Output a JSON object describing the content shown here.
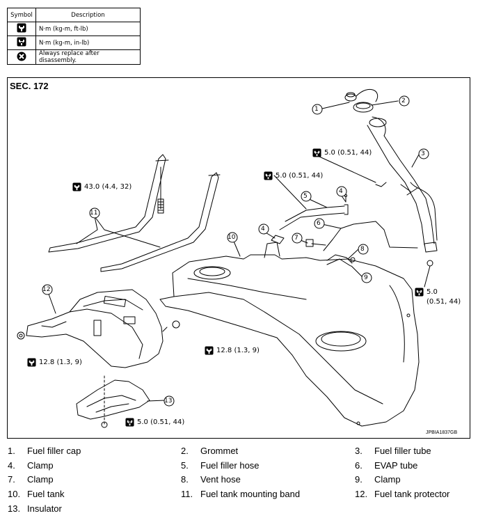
{
  "legend": {
    "header_symbol": "Symbol",
    "header_description": "Description",
    "rows": [
      {
        "icon": "torque-wrench-icon",
        "description": "N·m (kg-m, ft-lb)"
      },
      {
        "icon": "torque-wrench-small-icon",
        "description": "N·m (kg-m, in-lb)"
      },
      {
        "icon": "always-replace-icon",
        "description": "Always replace after disassembly."
      }
    ]
  },
  "diagram": {
    "section": "SEC. 172",
    "code": "JPBIA1837GB",
    "callouts": [
      "1",
      "2",
      "3",
      "4",
      "5",
      "6",
      "7",
      "8",
      "9",
      "10",
      "11",
      "12",
      "13",
      "4"
    ],
    "torques": [
      {
        "value": "43.0 (4.4, 32)",
        "type": "ft-lb"
      },
      {
        "value": "5.0 (0.51, 44)",
        "type": "in-lb"
      },
      {
        "value": "5.0 (0.51, 44)",
        "type": "in-lb"
      },
      {
        "value": "5.0",
        "type": "in-lb"
      },
      {
        "value": "(0.51, 44)",
        "type": "none"
      },
      {
        "value": "12.8 (1.3, 9)",
        "type": "ft-lb"
      },
      {
        "value": "12.8 (1.3, 9)",
        "type": "ft-lb"
      },
      {
        "value": "5.0 (0.51, 44)",
        "type": "in-lb"
      }
    ]
  },
  "parts": [
    {
      "num": "1.",
      "name": "Fuel filler cap"
    },
    {
      "num": "2.",
      "name": "Grommet"
    },
    {
      "num": "3.",
      "name": "Fuel filler tube"
    },
    {
      "num": "4.",
      "name": "Clamp"
    },
    {
      "num": "5.",
      "name": "Fuel filler hose"
    },
    {
      "num": "6.",
      "name": "EVAP tube"
    },
    {
      "num": "7.",
      "name": "Clamp"
    },
    {
      "num": "8.",
      "name": "Vent hose"
    },
    {
      "num": "9.",
      "name": "Clamp"
    },
    {
      "num": "10.",
      "name": "Fuel tank"
    },
    {
      "num": "11.",
      "name": "Fuel tank mounting band"
    },
    {
      "num": "12.",
      "name": "Fuel tank protector"
    },
    {
      "num": "13.",
      "name": "Insulator"
    }
  ]
}
